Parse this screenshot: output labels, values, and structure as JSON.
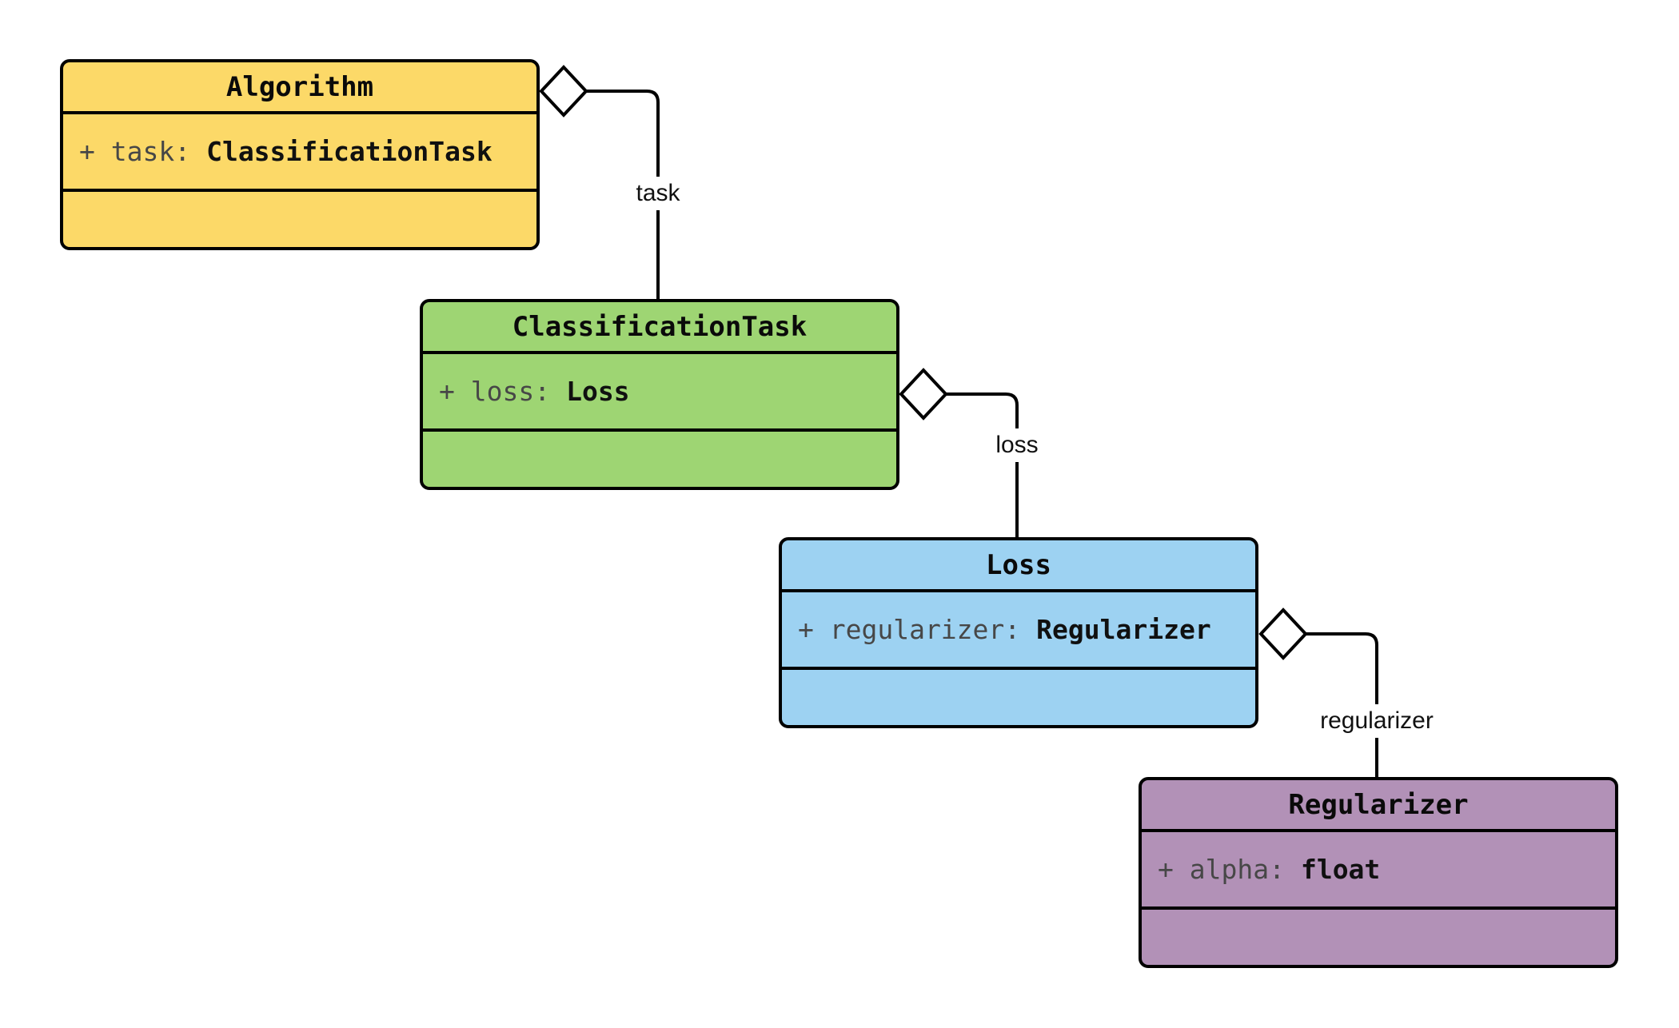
{
  "diagram": {
    "background": "#ffffff",
    "classes": [
      {
        "name": "Algorithm",
        "attribute": {
          "label": "+ task:",
          "type": "ClassificationTask"
        },
        "fill": "#FCD968"
      },
      {
        "name": "ClassificationTask",
        "attribute": {
          "label": "+ loss:",
          "type": "Loss"
        },
        "fill": "#9ED573"
      },
      {
        "name": "Loss",
        "attribute": {
          "label": "+ regularizer:",
          "type": "Regularizer"
        },
        "fill": "#9DD2F2"
      },
      {
        "name": "Regularizer",
        "attribute": {
          "label": "+ alpha:",
          "type": "float"
        },
        "fill": "#B291B7"
      }
    ],
    "edges": [
      {
        "label": "task",
        "kind": "aggregation"
      },
      {
        "label": "loss",
        "kind": "aggregation"
      },
      {
        "label": "regularizer",
        "kind": "aggregation"
      }
    ],
    "colors": {
      "border": "#000000",
      "attribute_name": "#474747",
      "attribute_type": "#101010",
      "edge_label": "#111111"
    }
  }
}
